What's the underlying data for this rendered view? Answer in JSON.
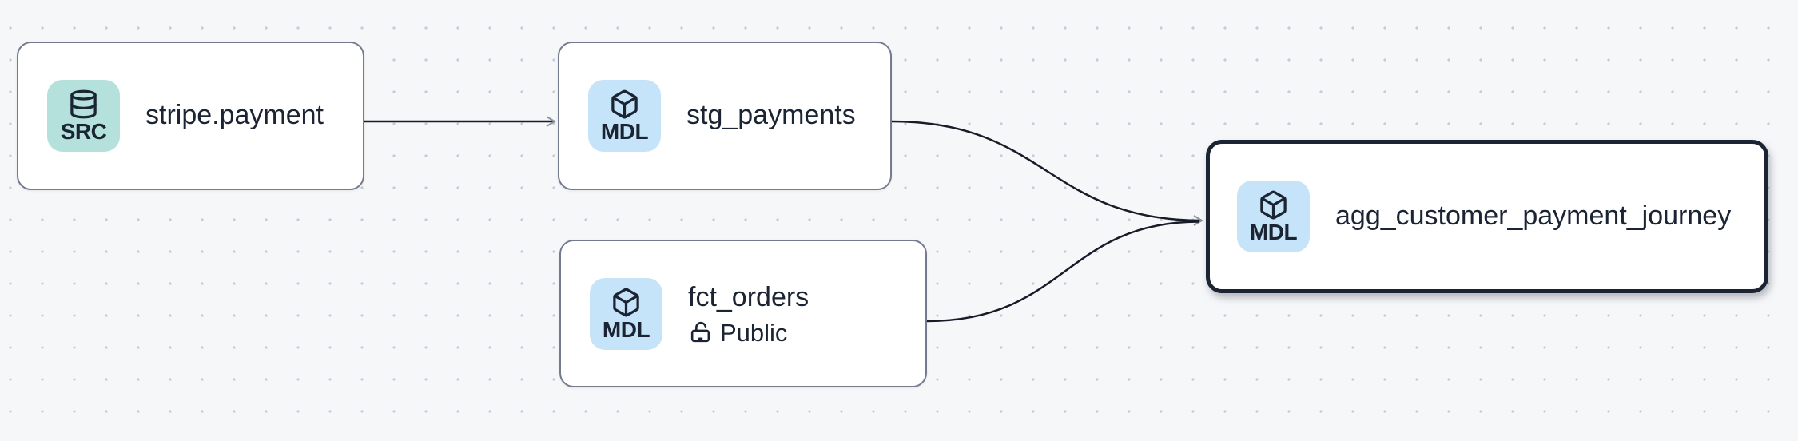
{
  "canvas": {
    "background_color": "#f6f7f9",
    "dot_color": "#c7cbd4"
  },
  "colors": {
    "edge": "#171c28",
    "arrowhead": "#8b92a1",
    "node_border": "#747b8e",
    "selected_node_border": "#1b2433",
    "text": "#1b2433",
    "badge_src_background": "#b5e1dd",
    "badge_mdl_background": "#c6e4f9"
  },
  "nodes": [
    {
      "title": "stripe.payment",
      "badge": "SRC",
      "type": "source",
      "icon": "database-icon",
      "selected": false
    },
    {
      "title": "stg_payments",
      "badge": "MDL",
      "type": "model",
      "icon": "box-icon",
      "selected": false
    },
    {
      "title": "fct_orders",
      "badge": "MDL",
      "type": "model",
      "icon": "box-icon",
      "access": "Public",
      "access_icon": "unlock-icon",
      "selected": false
    },
    {
      "title": "agg_customer_payment_journey",
      "badge": "MDL",
      "type": "model",
      "icon": "box-icon",
      "selected": true
    }
  ],
  "edges": [
    {
      "from": "stripe.payment",
      "to": "stg_payments"
    },
    {
      "from": "stg_payments",
      "to": "agg_customer_payment_journey"
    },
    {
      "from": "fct_orders",
      "to": "agg_customer_payment_journey"
    }
  ]
}
